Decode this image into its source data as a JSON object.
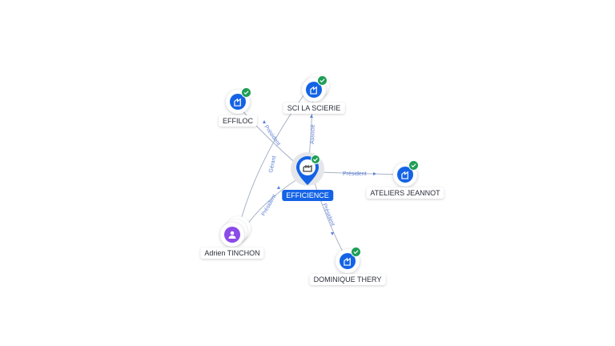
{
  "colors": {
    "accent": "#1463e6",
    "verified": "#1e9e55",
    "person": "#8a4be8",
    "edge": "#a9b3c6",
    "edge_label": "#5a7fd6"
  },
  "nodes": {
    "efficience": {
      "label": "EFFICIENCE",
      "icon": "building-icon"
    },
    "effiloc": {
      "label": "EFFILOC",
      "icon": "building-icon"
    },
    "sci": {
      "label": "SCI LA SCIERIE",
      "icon": "building-icon"
    },
    "ateliers": {
      "label": "ATELIERS JEANNOT",
      "icon": "building-icon"
    },
    "dominique": {
      "label": "DOMINIQUE THERY",
      "icon": "building-icon"
    },
    "adrien": {
      "label": "Adrien TINCHON",
      "icon": "user-icon"
    }
  },
  "edges": {
    "effiloc_efficience": "Président",
    "efficience_sci": "Associé",
    "efficience_ateliers": "Président",
    "efficience_dominique": "Président",
    "adrien_sci": "Gérant",
    "adrien_efficience": "Président"
  }
}
